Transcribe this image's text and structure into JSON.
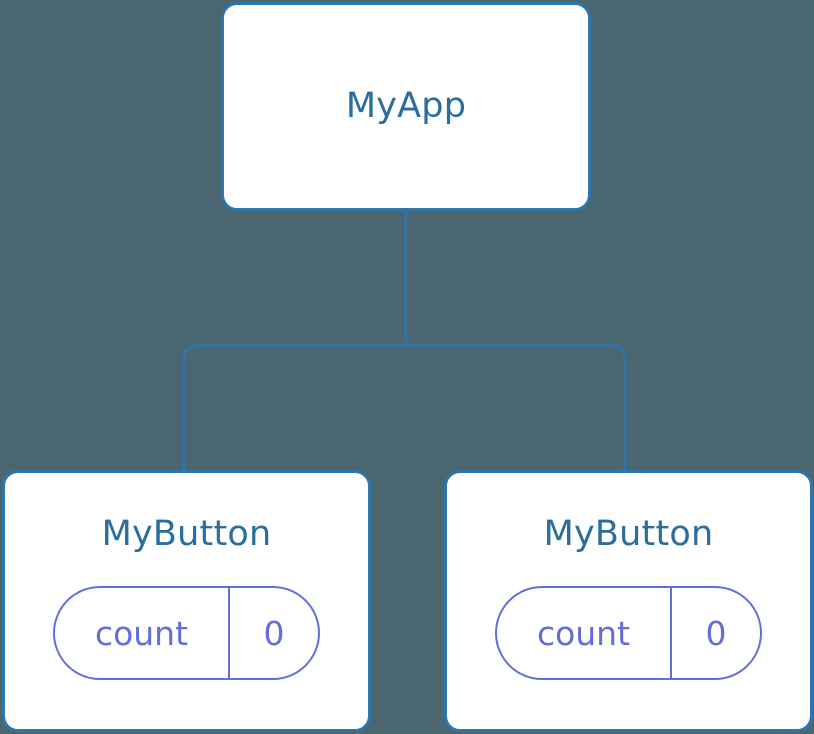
{
  "diagram": {
    "type": "component-tree",
    "background_color": "#4a6670",
    "node_border_color": "#2e76a8",
    "node_text_color": "#2b6d9c",
    "state_accent_color": "#636fd6",
    "connector_color": "#2e76a8",
    "root": {
      "label": "MyApp"
    },
    "children": [
      {
        "label": "MyButton",
        "state": {
          "key": "count",
          "value": "0"
        }
      },
      {
        "label": "MyButton",
        "state": {
          "key": "count",
          "value": "0"
        }
      }
    ]
  }
}
